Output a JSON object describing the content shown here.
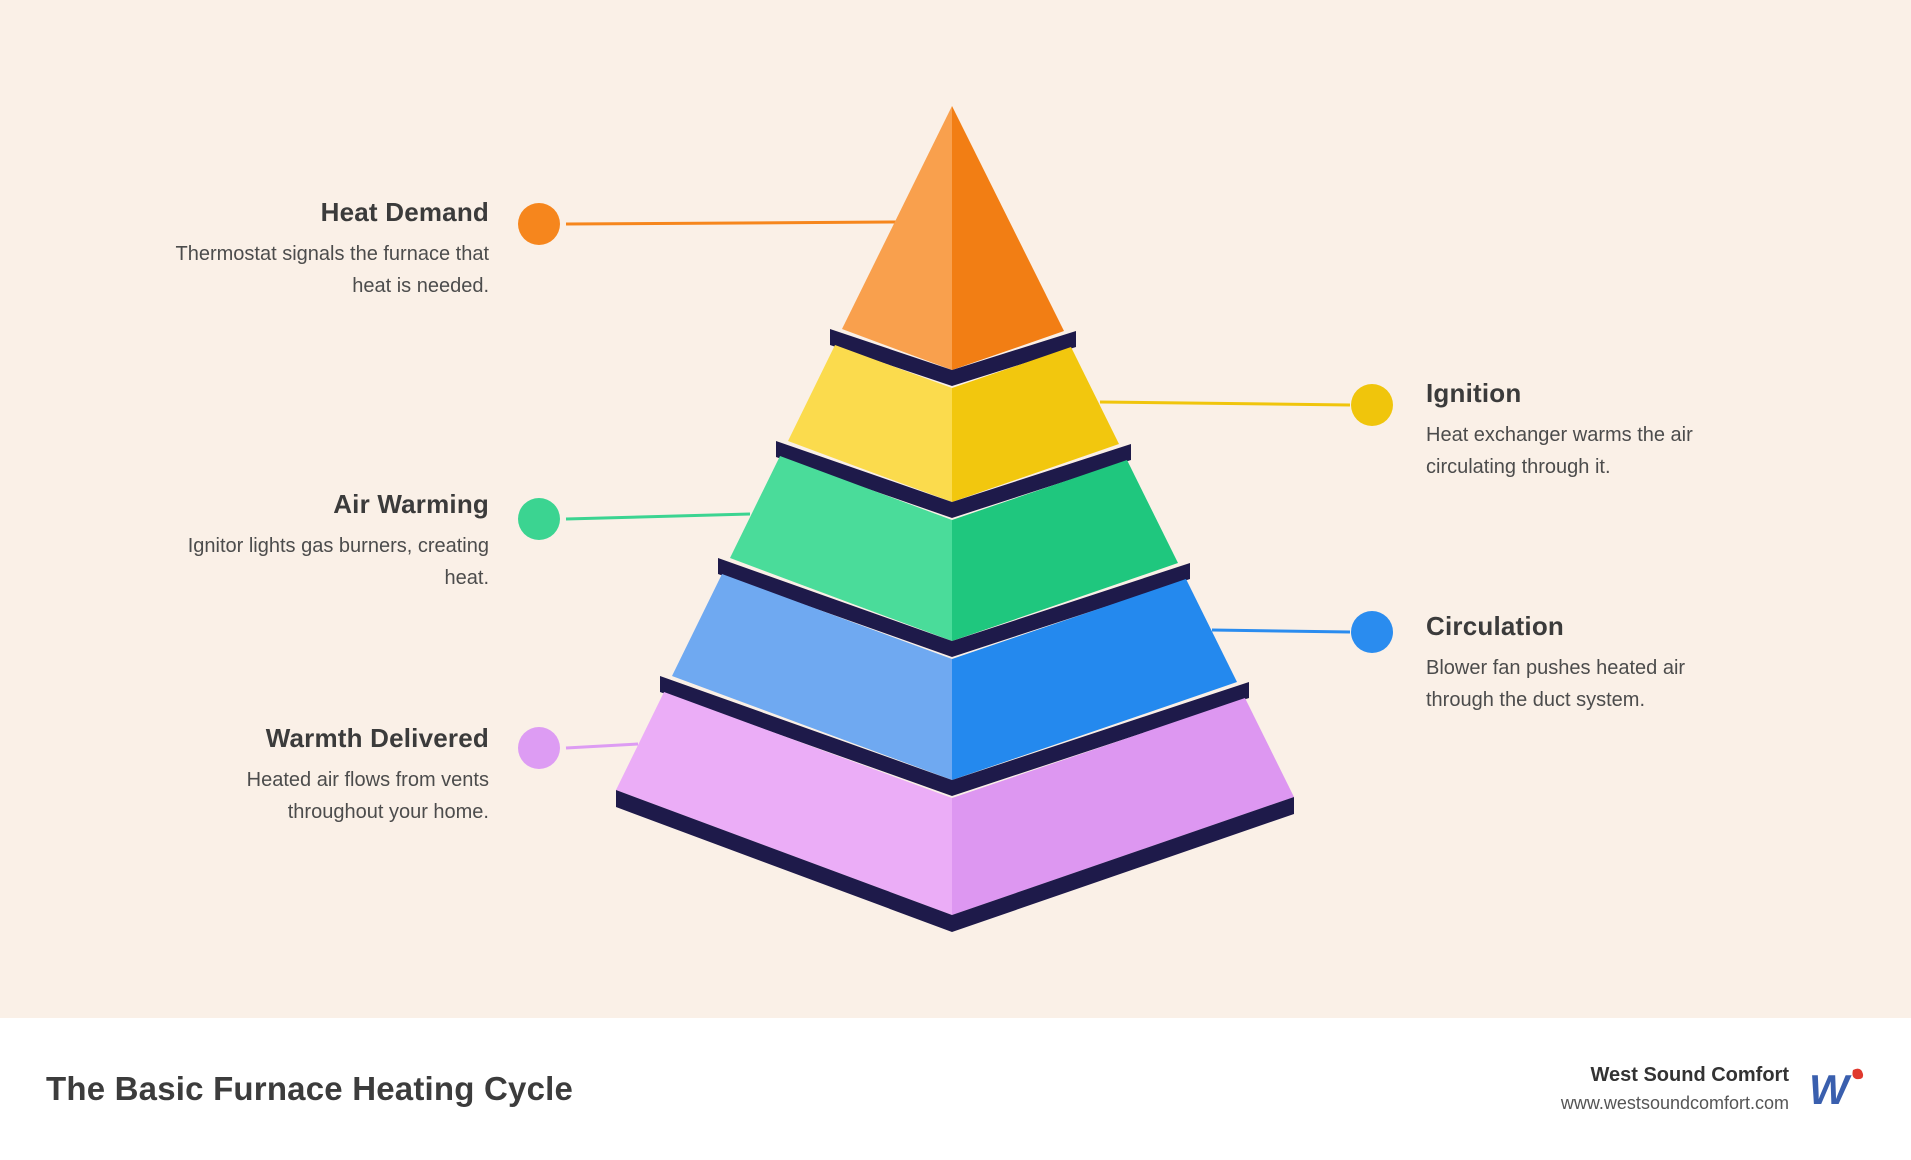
{
  "canvas": {
    "bg": "#FAF0E7",
    "footer_bg": "#FFFFFF"
  },
  "pyramid": {
    "edge_color": "#1E1A4A"
  },
  "steps": [
    {
      "label": "Heat Demand",
      "description": "Thermostat signals the furnace that heat is needed.",
      "side": "left",
      "color": "#F6861D",
      "face_left": "#F9A04D",
      "face_right": "#F27E14"
    },
    {
      "label": "Ignition",
      "description": "Heat exchanger warms the air circulating through it.",
      "side": "right",
      "color": "#F0C50C",
      "face_left": "#FBDB4D",
      "face_right": "#F2C70E"
    },
    {
      "label": "Air Warming",
      "description": "Ignitor lights gas burners, creating heat.",
      "side": "left",
      "color": "#3BD491",
      "face_left": "#4ADC9A",
      "face_right": "#1FC77E"
    },
    {
      "label": "Circulation",
      "description": "Blower fan pushes heated air through the duct system.",
      "side": "right",
      "color": "#2A8CEF",
      "face_left": "#6FA9F1",
      "face_right": "#2489EE"
    },
    {
      "label": "Warmth Delivered",
      "description": "Heated air flows from vents throughout your home.",
      "side": "left",
      "color": "#DD9CF3",
      "face_left": "#EBADF7",
      "face_right": "#DD97F1"
    }
  ],
  "footer": {
    "title": "The Basic Furnace Heating Cycle",
    "brand_name": "West Sound Comfort",
    "brand_url": "www.westsoundcomfort.com",
    "logo_letter": "W"
  }
}
